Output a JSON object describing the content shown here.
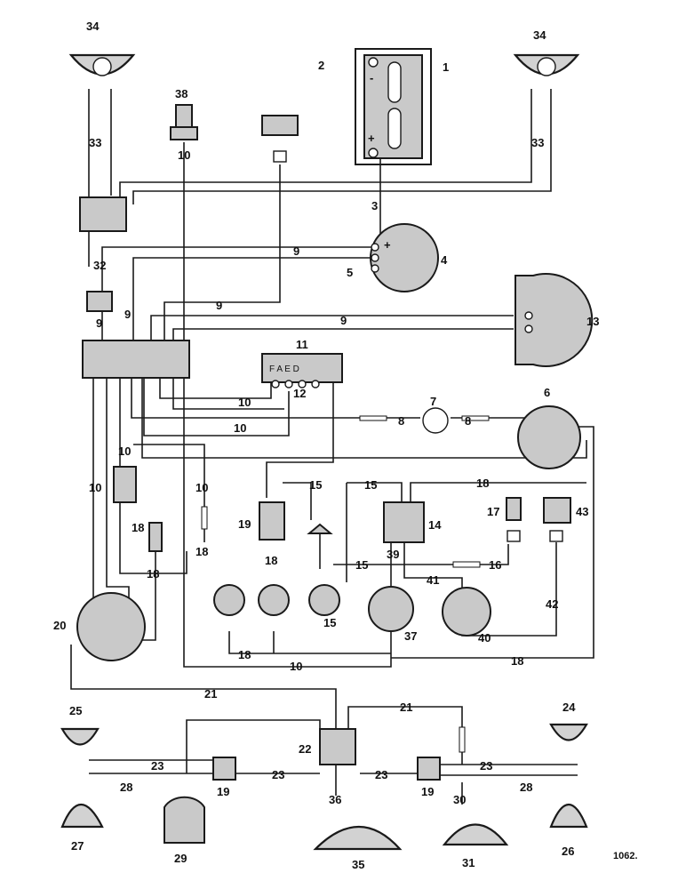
{
  "figure_ref": "1062.",
  "num": {
    "n1": "1",
    "n2": "2",
    "n3": "3",
    "n4": "4",
    "n5": "5",
    "n6": "6",
    "n7": "7",
    "n8": "8",
    "n9": "9",
    "n10": "10",
    "n11": "11",
    "n12": "12",
    "n13": "13",
    "n14": "14",
    "n15": "15",
    "n16": "16",
    "n17": "17",
    "n18": "18",
    "n19": "19",
    "n20": "20",
    "n21": "21",
    "n22": "22",
    "n23": "23",
    "n24": "24",
    "n25": "25",
    "n26": "26",
    "n27": "27",
    "n28": "28",
    "n29": "29",
    "n30": "30",
    "n31": "31",
    "n32": "32",
    "n33": "33",
    "n34": "34",
    "n35": "35",
    "n36": "36",
    "n37": "37",
    "n38": "38",
    "n39": "39",
    "n40": "40",
    "n41": "41",
    "n42": "42",
    "n43": "43"
  },
  "battery_plus": "+",
  "battery_minus": "-",
  "dynamo_plus": "+",
  "regulator_terminals": "F A E D"
}
